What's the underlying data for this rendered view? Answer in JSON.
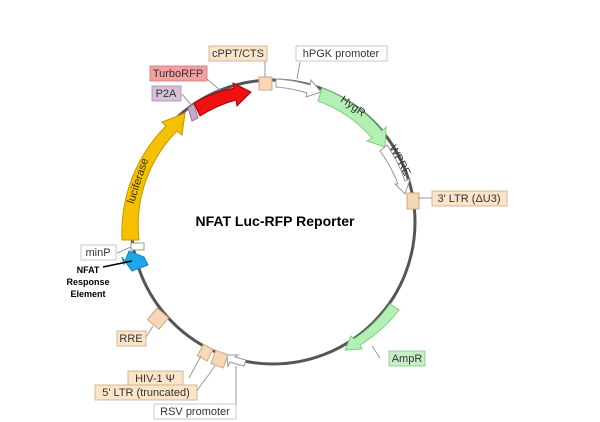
{
  "title": "NFAT Luc-RFP Reporter",
  "colors": {
    "backbone": "#555555",
    "hygr": "#b4f0b4",
    "ampr": "#b4f0b4",
    "luciferase": "#f5c000",
    "turborfp": "#ee1111",
    "p2a": "#c9a8c9",
    "nfat": "#1ca8e6",
    "ltr_box": "#fad7b4",
    "promoter": "#ffffff",
    "label_red_bg": "#f4a0a0",
    "label_purple_bg": "#d8c0d8",
    "label_orange_bg": "#fce4c8",
    "label_green_bg": "#c8f0c8"
  },
  "features": {
    "cppt": "cPPT/CTS",
    "hpgk": "hPGK promoter",
    "turborfp": "TurboRFP",
    "p2a": "P2A",
    "hygr": "HygR",
    "wpre": "WPRE",
    "ltr3": "3' LTR (ΔU3)",
    "luciferase": "luciferase",
    "minp": "minP",
    "nfat_line1": "NFAT",
    "nfat_line2": "Response",
    "nfat_line3": "Element",
    "rre": "RRE",
    "ampr": "AmpR",
    "hiv": "HIV-1 Ψ",
    "ltr5": "5' LTR (truncated)",
    "rsv": "RSV promoter"
  }
}
